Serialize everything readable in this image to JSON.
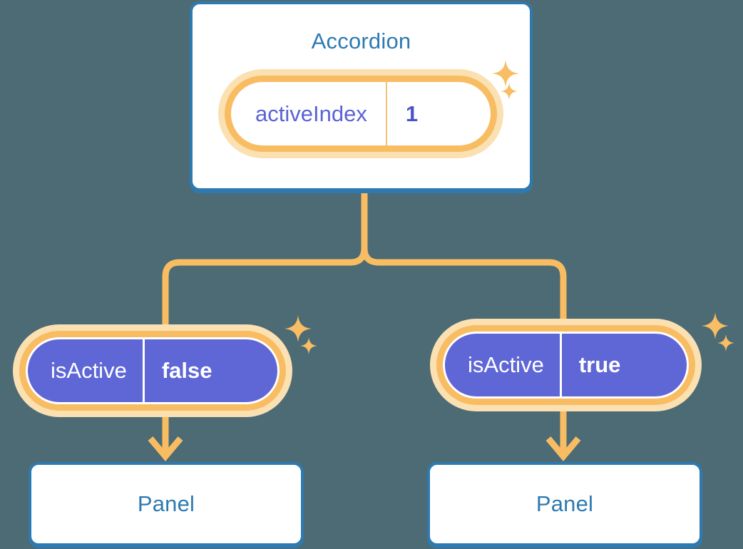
{
  "diagram": {
    "type": "component-state-tree",
    "background_color": "#4d6b74",
    "accent_colors": {
      "card_border": "#2e7ab0",
      "card_title": "#2e7ab0",
      "pill_ring": "#f8bd62",
      "pill_halo": "#fbe0b2",
      "pill_solid_fill": "#5f67d6",
      "pill_light_key_text": "#5b63d3",
      "connector": "#f8bd62"
    }
  },
  "root": {
    "title": "Accordion",
    "state": {
      "key": "activeIndex",
      "value": "1"
    }
  },
  "children": [
    {
      "prop": {
        "key": "isActive",
        "value": "false"
      },
      "card_title": "Panel"
    },
    {
      "prop": {
        "key": "isActive",
        "value": "true"
      },
      "card_title": "Panel"
    }
  ],
  "icons": {
    "sparkle": "sparkle-icon",
    "arrow_down": "arrow-down-icon"
  }
}
